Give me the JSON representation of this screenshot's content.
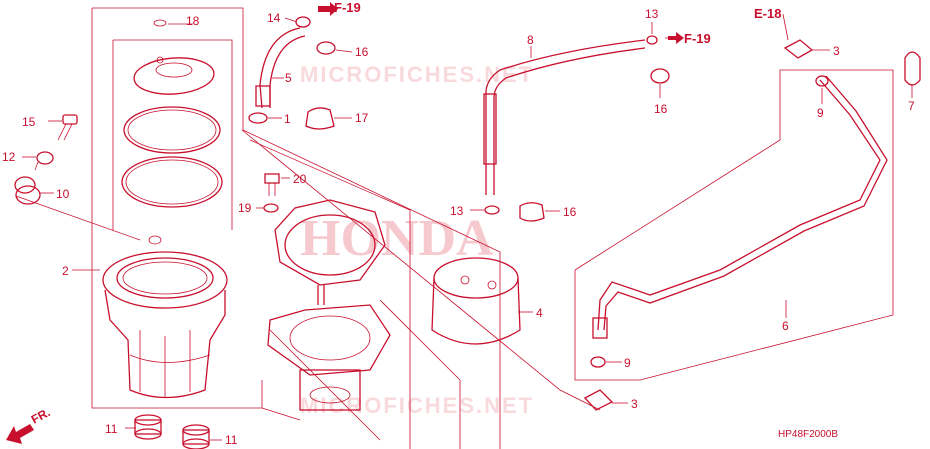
{
  "diagram": {
    "code": "HP48F2000B",
    "watermarks": {
      "brand": "HONDA",
      "site": "MICROFICHES.NET"
    },
    "references": {
      "f19_top": "F-19",
      "f19_right": "F-19",
      "e18": "E-18"
    },
    "direction": "FR.",
    "callouts": {
      "c1": "1",
      "c2": "2",
      "c3a": "3",
      "c3b": "3",
      "c4": "4",
      "c5": "5",
      "c6": "6",
      "c7": "7",
      "c8": "8",
      "c9a": "9",
      "c9b": "9",
      "c10": "10",
      "c11a": "11",
      "c11b": "11",
      "c12": "12",
      "c13a": "13",
      "c13b": "13",
      "c14": "14",
      "c15": "15",
      "c16a": "16",
      "c16b": "16",
      "c16c": "16",
      "c17": "17",
      "c18": "18",
      "c19": "19",
      "c20": "20"
    },
    "color": "#c8102e"
  }
}
